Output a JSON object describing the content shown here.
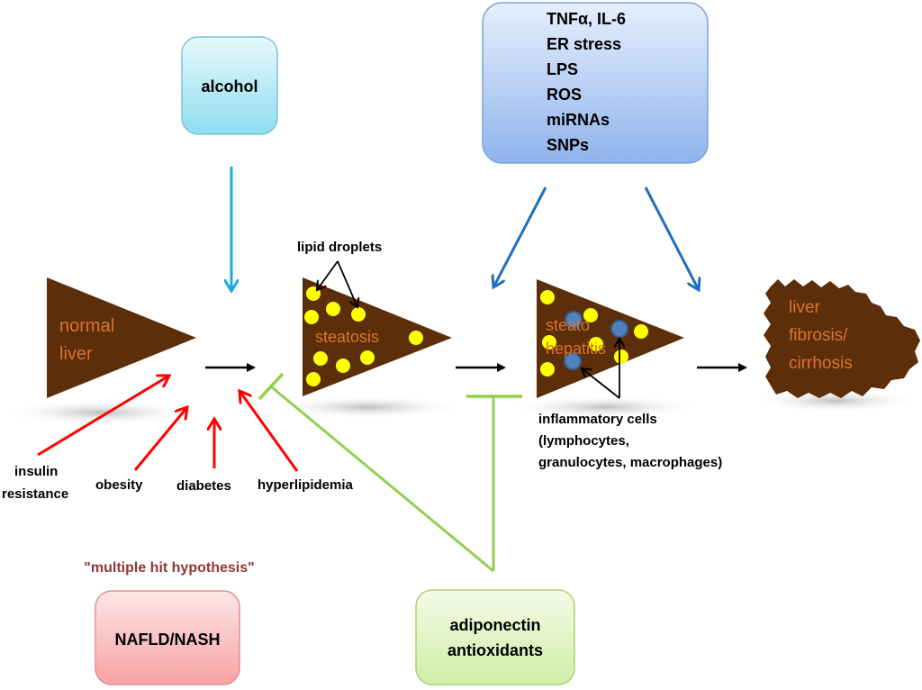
{
  "boxes": {
    "alcohol": "alcohol",
    "factors": [
      "TNFα, IL-6",
      "ER stress",
      "LPS",
      "ROS",
      "miRNAs",
      "SNPs"
    ],
    "nafld": "NAFLD/NASH",
    "protective": [
      "adiponectin",
      "antioxidants"
    ]
  },
  "stages": {
    "normal": [
      "normal",
      "liver"
    ],
    "steatosis": "steatosis",
    "steatohepatitis": [
      "steato",
      "hepatitis"
    ],
    "fibrosis": [
      "liver",
      "fibrosis/",
      "cirrhosis"
    ]
  },
  "labels": {
    "lipid_droplets": "lipid droplets",
    "inflammatory": [
      "inflammatory cells",
      "(lymphocytes,",
      "granulocytes, macrophages)"
    ],
    "insulin": [
      "insulin",
      "resistance"
    ],
    "obesity": "obesity",
    "diabetes": "diabetes",
    "hyperlipidemia": "hyperlipidemia",
    "hypothesis": "\"multiple hit hypothesis\""
  },
  "colors": {
    "liver": "#5c2e0a",
    "droplet": "#ffff00",
    "inflam_cell": "#4f81bd",
    "blue_arrow": "#1f6fc0",
    "cyan_arrow": "#1fa7e0",
    "red_arrow": "#ff0000",
    "green_inhibit": "#92d050",
    "stage_text": "#d9742b"
  }
}
